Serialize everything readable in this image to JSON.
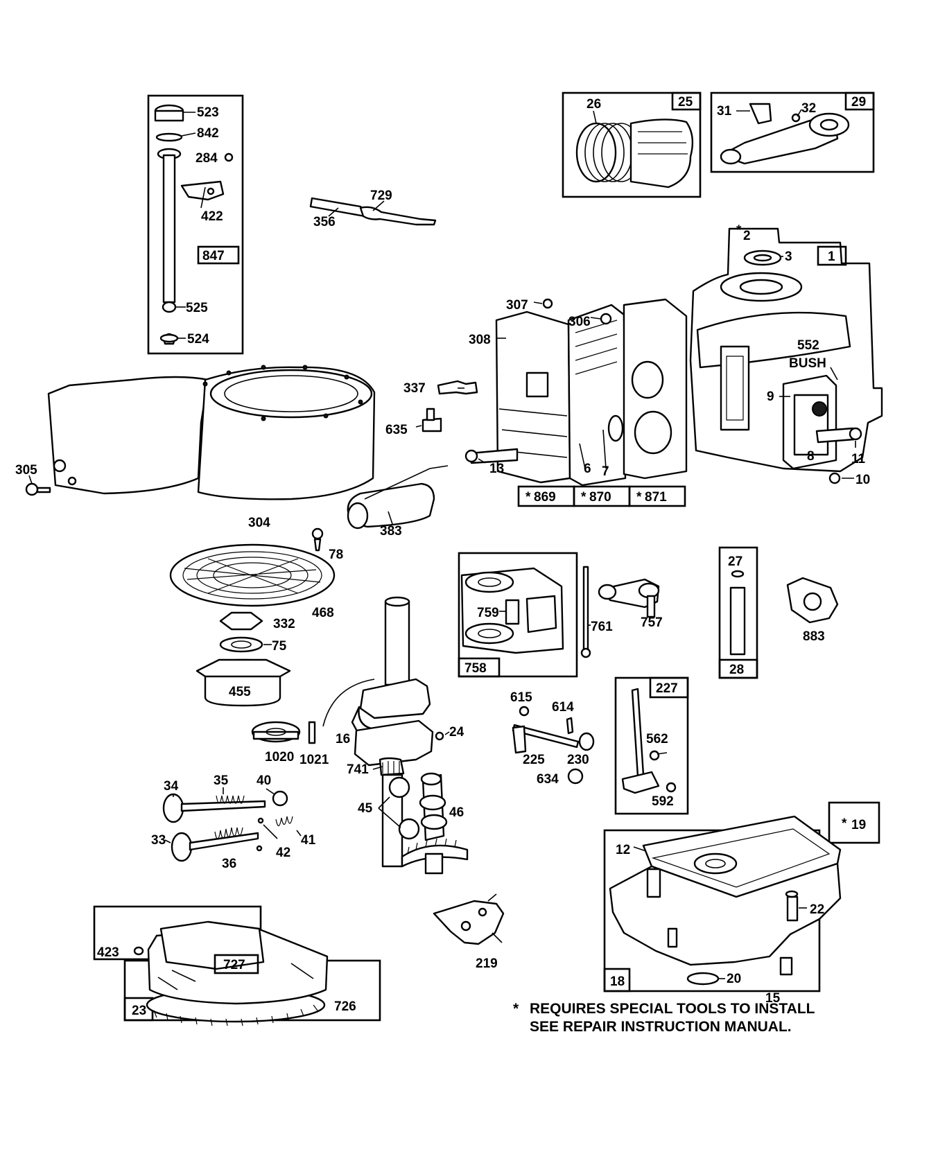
{
  "callouts": {
    "c523": "523",
    "c842": "842",
    "c284": "284",
    "c422": "422",
    "c847": "847",
    "c525": "525",
    "c524": "524",
    "c729": "729",
    "c356": "356",
    "c26": "26",
    "c25": "25",
    "c31": "31",
    "c32": "32",
    "c29": "29",
    "c2": "2",
    "c3": "3",
    "c1": "1",
    "c307": "307",
    "c306": "306",
    "c308": "308",
    "c552": "552",
    "cbush": "BUSH",
    "c9": "9",
    "c337": "337",
    "c635": "635",
    "c13": "13",
    "c6": "6",
    "c7": "7",
    "c8": "8",
    "c11": "11",
    "c10": "10",
    "c869": "869",
    "c870": "870",
    "c871": "871",
    "c305": "305",
    "c304": "304",
    "c383": "383",
    "c78": "78",
    "c468": "468",
    "c332": "332",
    "c75": "75",
    "c455": "455",
    "c1020": "1020",
    "c1021": "1021",
    "c16": "16",
    "c24": "24",
    "c741": "741",
    "c759": "759",
    "c761": "761",
    "c757": "757",
    "c758": "758",
    "c27": "27",
    "c28": "28",
    "c883": "883",
    "c615": "615",
    "c614": "614",
    "c225": "225",
    "c230": "230",
    "c634": "634",
    "c227": "227",
    "c562": "562",
    "c592": "592",
    "c34": "34",
    "c35": "35",
    "c40": "40",
    "c33": "33",
    "c36": "36",
    "c41": "41",
    "c42": "42",
    "c45": "45",
    "c46": "46",
    "c19": "19",
    "c12": "12",
    "c22": "22",
    "c18": "18",
    "c20": "20",
    "c15": "15",
    "c219": "219",
    "c423": "423",
    "c727": "727",
    "c23": "23",
    "c726": "726"
  },
  "star_symbol": "*",
  "notes": {
    "line1": "REQUIRES SPECIAL TOOLS TO INSTALL",
    "line2": "SEE REPAIR INSTRUCTION MANUAL."
  }
}
